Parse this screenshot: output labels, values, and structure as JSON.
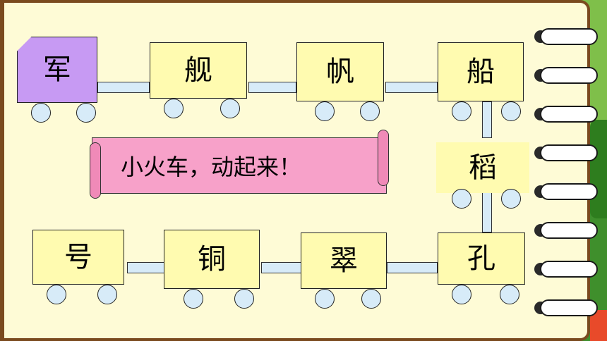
{
  "banner": {
    "text": "小火车，动起来！"
  },
  "cars": {
    "row1": [
      "军",
      "舰",
      "帆",
      "船"
    ],
    "middle": "稻",
    "row2": [
      "号",
      "铜",
      "翠",
      "孔"
    ]
  }
}
